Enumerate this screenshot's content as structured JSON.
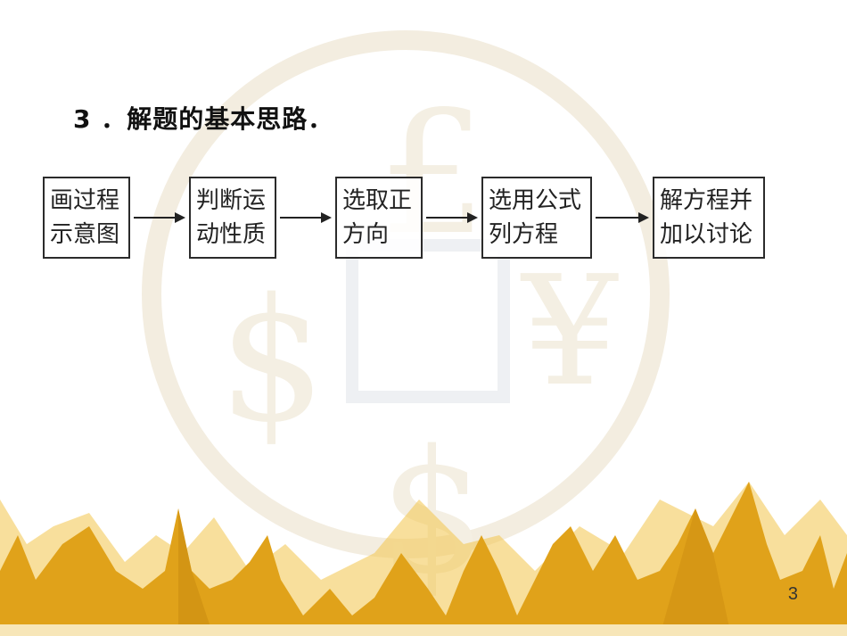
{
  "heading": "3 ．解题的基本思路．",
  "steps": [
    {
      "line1": "画过程",
      "line2": "示意图"
    },
    {
      "line1": "判断运",
      "line2": "动性质"
    },
    {
      "line1": "选取正",
      "line2": "方向"
    },
    {
      "line1": "选用公式",
      "line2": "列方程"
    },
    {
      "line1": "解方程并",
      "line2": "加以讨论"
    }
  ],
  "page_number": "3",
  "colors": {
    "mountain_gold": "#e0a21a",
    "mountain_light": "#f2c44a",
    "watermark": "#f1ead9",
    "box_border": "#2b2b2b"
  }
}
